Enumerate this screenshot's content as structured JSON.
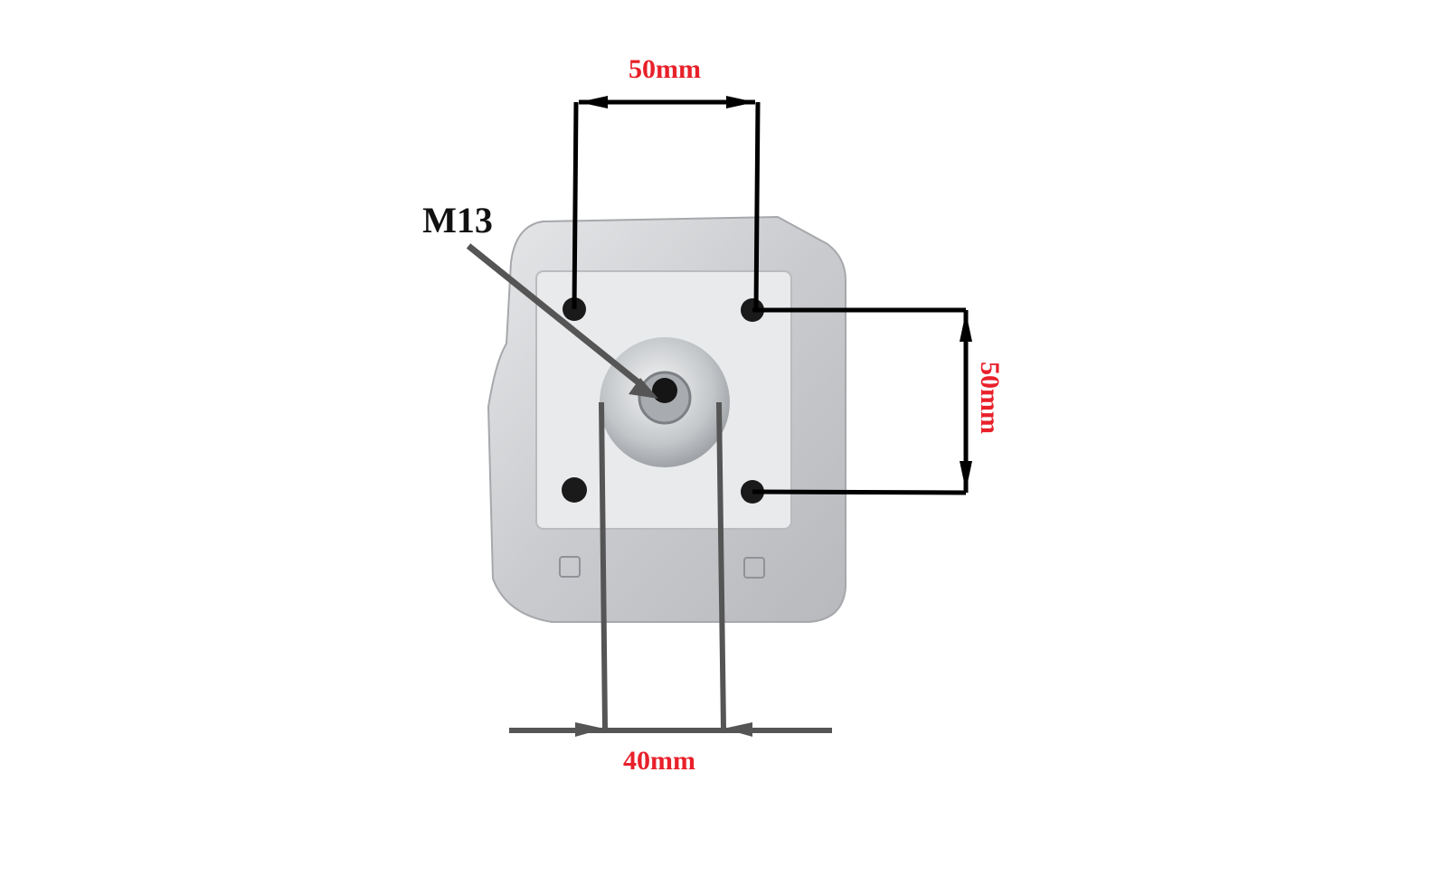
{
  "labels": {
    "top_dimension": "50mm",
    "right_dimension": "50mm",
    "thread_size": "M13",
    "bottom_dimension": "40mm"
  },
  "colors": {
    "dimension_text": "#e8202a",
    "thread_text": "#111111",
    "black_lines": "#000000",
    "grey_lines": "#555555"
  }
}
